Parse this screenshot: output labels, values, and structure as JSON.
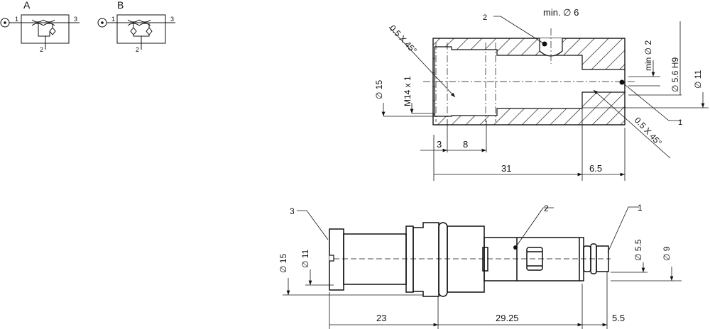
{
  "symbols": {
    "a": {
      "label": "A",
      "port1": "1",
      "port2": "2",
      "port3": "3"
    },
    "b": {
      "label": "B",
      "port1": "1",
      "port2": "2",
      "port3": "3"
    }
  },
  "section_view": {
    "callout_2": "2",
    "callout_1": "1",
    "min_d6": "min. ∅ 6",
    "chamfer_left": "0.5 X 45°",
    "chamfer_right": "0.5 X 45°",
    "d15": "∅ 15",
    "m14": "M14 x 1",
    "min_d2": "min ∅ 2",
    "d56": "∅ 5.6  H9",
    "d11": "∅ 11",
    "dim_3": "3",
    "dim_8": "8",
    "dim_31": "31",
    "dim_65": "6.5"
  },
  "side_view": {
    "callout_3": "3",
    "callout_2": "2",
    "callout_1": "1",
    "d15": "∅ 15",
    "d11": "∅ 11",
    "d55": "∅ 5.5",
    "d9": "∅ 9",
    "dim_23": "23",
    "dim_2925": "29.25",
    "dim_55": "5.5"
  },
  "colors": {
    "line": "#111111",
    "background": "#ffffff"
  }
}
